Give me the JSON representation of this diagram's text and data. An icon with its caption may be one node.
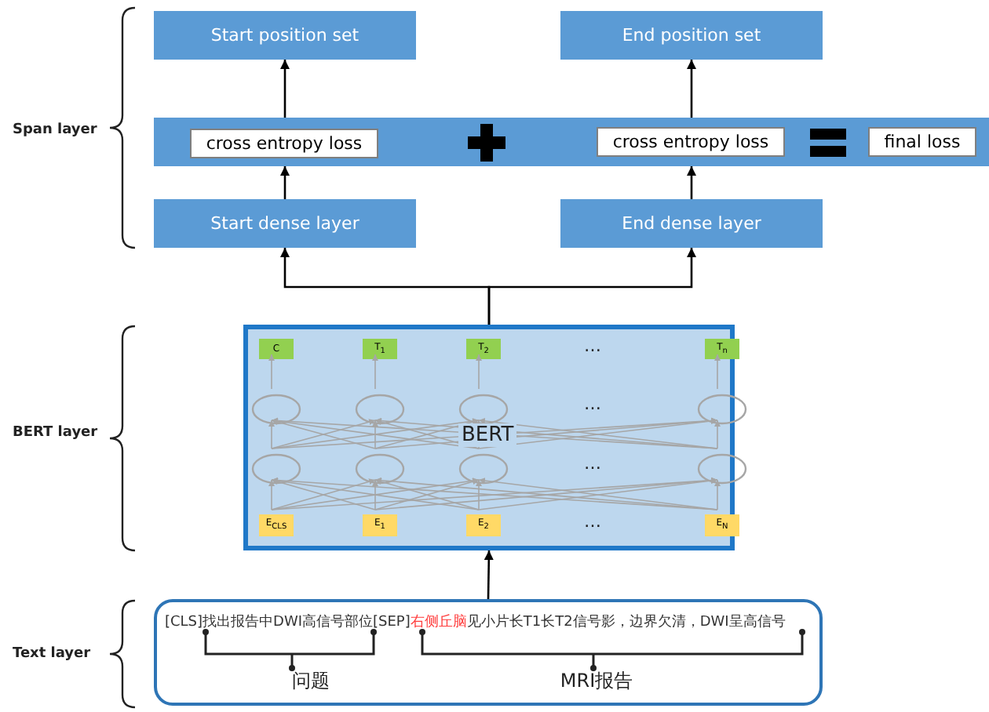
{
  "diagram": {
    "nodes": [
      {
        "text": [
          "Start position set"
        ]
      },
      {
        "text": [
          "End position set"
        ]
      },
      {
        "text": [],
        "shape": "bar"
      },
      {
        "text": [
          "cross entropy loss"
        ],
        "in": 2
      },
      {
        "text": [
          "cross entropy loss"
        ],
        "in": 2
      },
      {
        "text": [
          "final loss"
        ],
        "in": 2
      },
      {
        "text": [
          "Start dense layer"
        ]
      },
      {
        "text": [
          "End dense layer"
        ]
      },
      {
        "text": [
          "BERT"
        ]
      },
      {
        "text": [
          "C"
        ],
        "in": 8
      },
      {
        "text": [
          "T$_{1}$"
        ],
        "in": 8
      },
      {
        "text": [
          "T$_{2}$"
        ],
        "in": 8
      },
      {
        "text": [
          "T$_{n}$"
        ],
        "in": 8
      },
      {
        "text": [],
        "shape": "circle",
        "in": 8
      },
      {
        "text": [],
        "shape": "circle",
        "in": 8
      },
      {
        "text": [],
        "shape": "circle",
        "in": 8
      },
      {
        "text": [],
        "shape": "circle",
        "in": 8
      },
      {
        "text": [],
        "shape": "circle",
        "in": 8
      },
      {
        "text": [],
        "shape": "circle",
        "in": 8
      },
      {
        "text": [],
        "shape": "circle",
        "in": 8
      },
      {
        "text": [],
        "shape": "circle",
        "in": 8
      },
      {
        "text": [
          "E$_{CLS}$"
        ],
        "in": 8
      },
      {
        "text": [
          "E$_{1}$"
        ],
        "in": 8
      },
      {
        "text": [
          "E$_{2}$"
        ],
        "in": 8
      },
      {
        "text": [
          "E$_{N}$"
        ],
        "in": 8
      },
      {
        "text": [
          "[CLS]找出报告中DWI高信号部位[SEP]",
          "右侧丘脑",
          "见小片长T1长T2信号影，边界欠清，DWI呈高信号",
          "问题",
          "MRI报告"
        ]
      }
    ],
    "edges": [
      {
        "from": 6,
        "to": 2,
        "arrow": "to",
        "color": "#000000"
      },
      {
        "from": 2,
        "to": 0,
        "arrow": "to",
        "color": "#000000"
      },
      {
        "from": 7,
        "to": 2,
        "arrow": "to",
        "color": "#000000"
      },
      {
        "from": 2,
        "to": 1,
        "arrow": "to",
        "color": "#000000"
      },
      {
        "from": 8,
        "to": 6,
        "arrow": "to",
        "color": "#000000"
      },
      {
        "from": 8,
        "to": 7,
        "arrow": "to",
        "color": "#000000"
      },
      {
        "from": 25,
        "to": 8,
        "arrow": "to",
        "color": "#000000"
      },
      {
        "from": 13,
        "to": 9,
        "arrow": "to"
      },
      {
        "from": 14,
        "to": 10,
        "arrow": "to"
      },
      {
        "from": 15,
        "to": 11,
        "arrow": "to"
      },
      {
        "from": 16,
        "to": 12,
        "arrow": "to"
      },
      {
        "from": 17,
        "to": 13,
        "arrow": "to"
      },
      {
        "from": 17,
        "to": 14,
        "arrow": "to"
      },
      {
        "from": 17,
        "to": 15,
        "arrow": "to"
      },
      {
        "from": 17,
        "to": 16,
        "arrow": "to"
      },
      {
        "from": 18,
        "to": 13,
        "arrow": "to"
      },
      {
        "from": 18,
        "to": 14,
        "arrow": "to"
      },
      {
        "from": 18,
        "to": 15,
        "arrow": "to"
      },
      {
        "from": 18,
        "to": 16,
        "arrow": "to"
      },
      {
        "from": 19,
        "to": 13,
        "arrow": "to"
      },
      {
        "from": 19,
        "to": 14,
        "arrow": "to"
      },
      {
        "from": 19,
        "to": 15,
        "arrow": "to"
      },
      {
        "from": 19,
        "to": 16,
        "arrow": "to"
      },
      {
        "from": 20,
        "to": 13,
        "arrow": "to"
      },
      {
        "from": 20,
        "to": 14,
        "arrow": "to"
      },
      {
        "from": 20,
        "to": 15,
        "arrow": "to"
      },
      {
        "from": 20,
        "to": 16,
        "arrow": "to"
      },
      {
        "from": 21,
        "to": 17,
        "arrow": "to"
      },
      {
        "from": 21,
        "to": 18,
        "arrow": "to"
      },
      {
        "from": 21,
        "to": 19,
        "arrow": "to"
      },
      {
        "from": 21,
        "to": 20,
        "arrow": "to"
      },
      {
        "from": 22,
        "to": 17,
        "arrow": "to"
      },
      {
        "from": 22,
        "to": 18,
        "arrow": "to"
      },
      {
        "from": 22,
        "to": 19,
        "arrow": "to"
      },
      {
        "from": 22,
        "to": 20,
        "arrow": "to"
      },
      {
        "from": 23,
        "to": 17,
        "arrow": "to"
      },
      {
        "from": 23,
        "to": 18,
        "arrow": "to"
      },
      {
        "from": 23,
        "to": 19,
        "arrow": "to"
      },
      {
        "from": 23,
        "to": 20,
        "arrow": "to"
      },
      {
        "from": 24,
        "to": 17,
        "arrow": "to"
      },
      {
        "from": 24,
        "to": 18,
        "arrow": "to"
      },
      {
        "from": 24,
        "to": 19,
        "arrow": "to"
      },
      {
        "from": 24,
        "to": 20,
        "arrow": "to"
      }
    ],
    "labels": [
      "Span layer",
      "…",
      "…",
      "…",
      "…",
      "BERT layer",
      "Text layer"
    ]
  }
}
